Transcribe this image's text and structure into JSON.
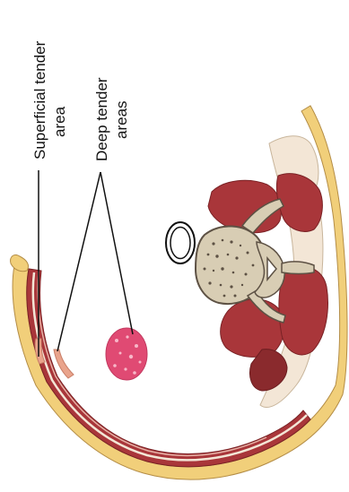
{
  "labels": {
    "superficial_line1": "Superficial tender",
    "superficial_line2": "area",
    "deep_line1": "Deep tender",
    "deep_line2": "areas"
  },
  "structures": [
    "spinal-column",
    "back-muscles",
    "abdominal-wall",
    "skin-layer",
    "aorta",
    "inflamed-organ",
    "superficial-tender-area",
    "deep-tender-area"
  ],
  "colors": {
    "skin": "#f1cf7a",
    "muscle": "#a9363a",
    "muscle_dark": "#8a2a2d",
    "fat": "#f3e6d6",
    "bone": "#d8cdb4",
    "bone_dark": "#5d5144",
    "organ": "#e04a73",
    "tender": "#e9a48c",
    "line": "#111111"
  }
}
